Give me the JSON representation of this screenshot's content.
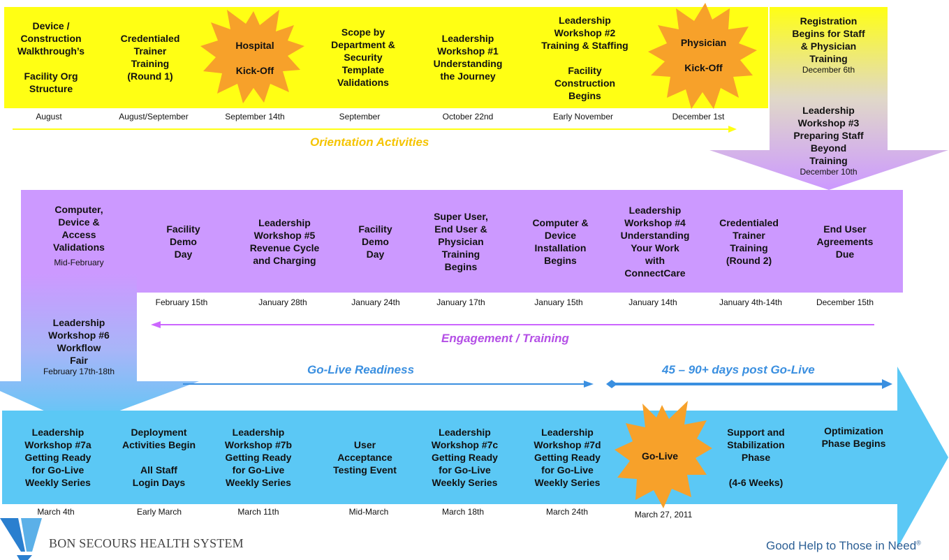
{
  "colors": {
    "yellow": "#ffff14",
    "purple": "#cc99ff",
    "blue": "#5bc8f5",
    "star": "#f7a12a",
    "orientation_text": "#f5c400",
    "engagement_text": "#b44fe6",
    "golive_text": "#3a8fe0"
  },
  "orientation": {
    "phase_label": "Orientation Activities",
    "items": [
      {
        "title": "Device /\nConstruction\nWalkthrough’s\n\nFacility Org\nStructure",
        "date": "August"
      },
      {
        "title": "Credentialed\nTrainer\nTraining\n(Round 1)",
        "date": "August/September"
      },
      {
        "title": "Hospital\n\nKick-Off",
        "date": "September 14th"
      },
      {
        "title": "Scope by\nDepartment &\nSecurity\nTemplate\nValidations",
        "date": "September"
      },
      {
        "title": "Leadership\nWorkshop #1\nUnderstanding\nthe Journey",
        "date": "October 22nd"
      },
      {
        "title": "Leadership\nWorkshop #2\nTraining & Staffing\n\nFacility\nConstruction\nBegins",
        "date": "Early November"
      },
      {
        "title": "Physician\n\nKick-Off",
        "date": "December 1st"
      }
    ]
  },
  "registration": {
    "title": "Registration\nBegins for Staff\n& Physician\nTraining",
    "date": "December 6th"
  },
  "workshop3": {
    "title": "Leadership\nWorkshop #3\nPreparing Staff\nBeyond\nTraining",
    "date": "December 10th"
  },
  "engagement": {
    "phase_label": "Engagement / Training",
    "validations": {
      "title": "Computer,\nDevice &\nAccess\nValidations",
      "date": "Mid-February"
    },
    "items": [
      {
        "title": "Facility\nDemo\nDay",
        "date": "February 15th"
      },
      {
        "title": "Leadership\nWorkshop #5\nRevenue Cycle\nand Charging",
        "date": "January 28th"
      },
      {
        "title": "Facility\nDemo\nDay",
        "date": "January 24th"
      },
      {
        "title": "Super User,\nEnd User &\nPhysician\nTraining\nBegins",
        "date": "January 17th"
      },
      {
        "title": "Computer &\nDevice\nInstallation\nBegins",
        "date": "January 15th"
      },
      {
        "title": "Leadership\nWorkshop #4\nUnderstanding\nYour Work\nwith\nConnectCare",
        "date": "January 14th"
      },
      {
        "title": "Credentialed\nTrainer\nTraining\n(Round 2)",
        "date": "January 4th-14th"
      },
      {
        "title": "End User\nAgreements\nDue",
        "date": "December 15th"
      }
    ]
  },
  "workshop6": {
    "title": "Leadership\nWorkshop #6\nWorkflow\nFair",
    "date": "February 17th-18th"
  },
  "golive": {
    "readiness_label": "Go-Live Readiness",
    "post_label": "45 – 90+ days post Go-Live",
    "items": [
      {
        "title": "Leadership\nWorkshop #7a\nGetting Ready\nfor Go-Live\nWeekly Series",
        "date": "March 4th"
      },
      {
        "title": "Deployment\nActivities Begin\n\nAll Staff\nLogin Days",
        "date": "Early March"
      },
      {
        "title": "Leadership\nWorkshop #7b\nGetting Ready\nfor Go-Live\nWeekly Series",
        "date": "March 11th"
      },
      {
        "title": "User\nAcceptance\nTesting Event",
        "date": "Mid-March"
      },
      {
        "title": "Leadership\nWorkshop #7c\nGetting Ready\nfor Go-Live\nWeekly Series",
        "date": "March 18th"
      },
      {
        "title": "Leadership\nWorkshop #7d\nGetting Ready\nfor Go-Live\nWeekly Series",
        "date": "March 24th"
      },
      {
        "title": "Go-Live",
        "date": "March 27, 2011"
      },
      {
        "title": "Support and\nStabilization\nPhase\n\n(4-6 Weeks)",
        "date": ""
      },
      {
        "title": "Optimization\nPhase Begins",
        "date": ""
      }
    ]
  },
  "footer": {
    "logo_text": "BON SECOURS HEALTH SYSTEM",
    "tagline": "Good Help to Those in Need",
    "tagline_mark": "®"
  }
}
